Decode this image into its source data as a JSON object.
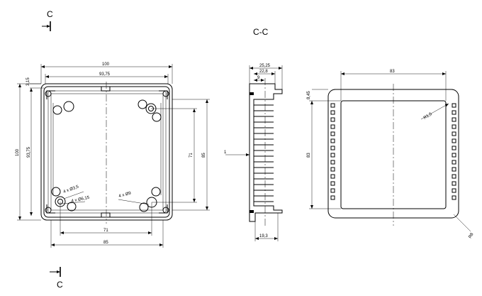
{
  "section_marks": {
    "top": "C",
    "bottom": "C",
    "section_title": "C-C"
  },
  "front_view": {
    "overall_width": "100",
    "inner_width": "93,75",
    "wall": "3,15",
    "overall_height": "100",
    "inner_height": "93,75",
    "hole_span_h": "71",
    "hole_span_v": "71",
    "outer_span_v": "85",
    "outer_span_h": "85",
    "note_bosses": "4 x Ø3,5",
    "note_holes": "4 x Ø6,15",
    "note_pads": "4 x Ø9"
  },
  "section_view": {
    "depth": "25,25",
    "inner_depth": "22,8",
    "lip": "9",
    "wall": "1",
    "base": "19,3"
  },
  "back_view": {
    "width": "83",
    "height": "83",
    "margin": "8,45",
    "corner_radius": "R1,5",
    "outer_radius": "R8"
  }
}
